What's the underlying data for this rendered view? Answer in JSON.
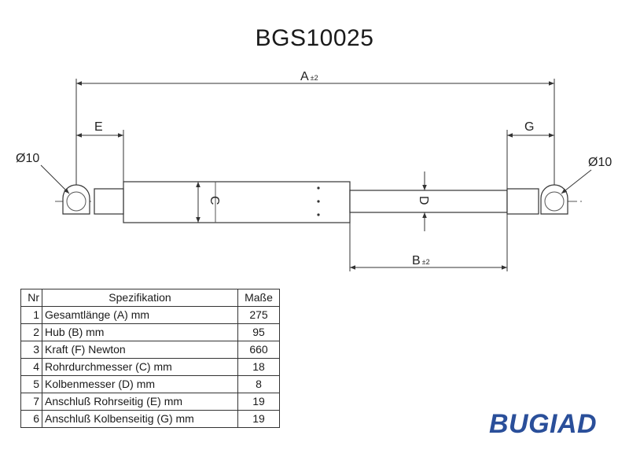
{
  "title": "BGS10025",
  "dimensions": {
    "A": "A",
    "A_sub": "±2",
    "B": "B",
    "B_sub": "±2",
    "C": "C",
    "D": "D",
    "E": "E",
    "G": "G",
    "left_eye": "Ø10",
    "right_eye": "Ø10"
  },
  "table": {
    "headers": [
      "Nr",
      "Spezifikation",
      "Maße"
    ],
    "rows": [
      {
        "nr": "1",
        "spec": "Gesamtlänge (A) mm",
        "value": "275"
      },
      {
        "nr": "2",
        "spec": "Hub (B)  mm",
        "value": "95"
      },
      {
        "nr": "3",
        "spec": "Kraft (F) Newton",
        "value": "660"
      },
      {
        "nr": "4",
        "spec": "Rohrdurchmesser (C) mm",
        "value": "18"
      },
      {
        "nr": "5",
        "spec": "Kolbenmesser (D) mm",
        "value": "8"
      },
      {
        "nr": "7",
        "spec": "Anschluß Rohrseitig (E) mm",
        "value": "19"
      },
      {
        "nr": "6",
        "spec": "Anschluß Kolbenseitig (G) mm",
        "value": "19"
      }
    ]
  },
  "logo": "BUGIAD",
  "colors": {
    "line": "#333333",
    "logo": "#2a4f9a"
  }
}
